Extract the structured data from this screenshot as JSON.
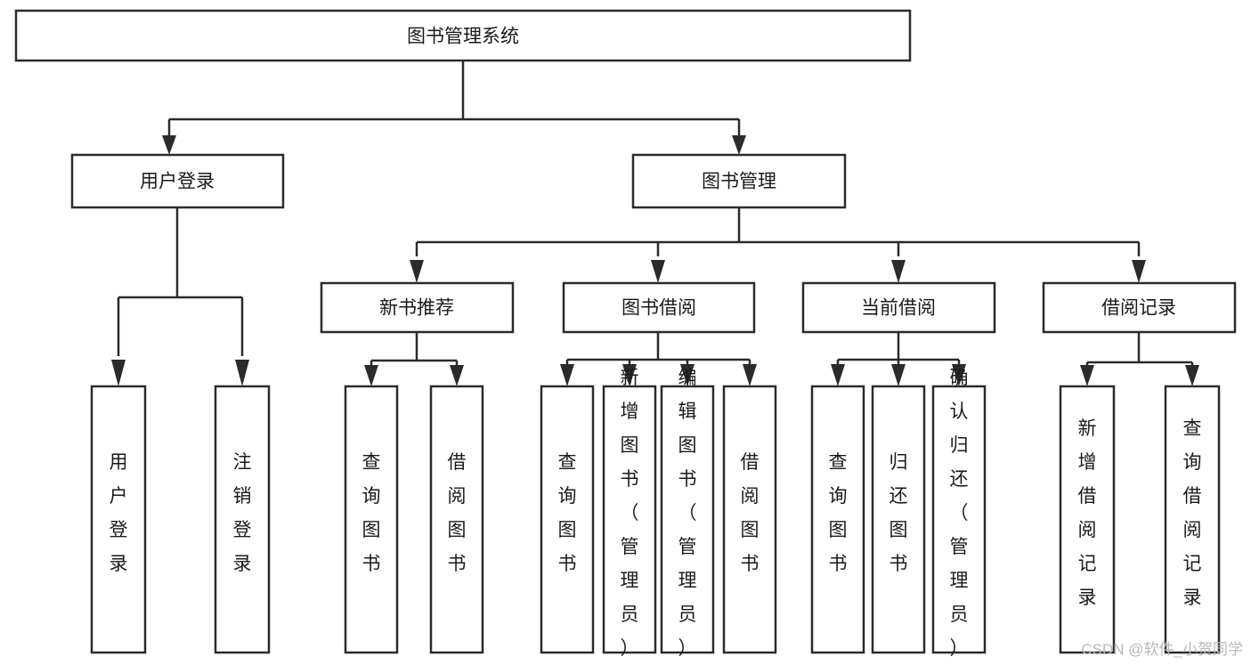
{
  "diagram": {
    "title": "图书管理系统",
    "type": "tree-hierarchy-diagram",
    "colors": {
      "box_stroke": "#2b2b2b",
      "box_fill": "#ffffff",
      "line": "#2b2b2b",
      "text": "#1a1a1a",
      "background": "#ffffff",
      "watermark": "#b8b8b8"
    },
    "root": {
      "label": "图书管理系统",
      "orientation": "horizontal"
    },
    "level2": [
      {
        "label": "用户登录",
        "orientation": "horizontal"
      },
      {
        "label": "图书管理",
        "orientation": "horizontal"
      }
    ],
    "level3": [
      {
        "label": "新书推荐",
        "orientation": "horizontal",
        "parent": "图书管理"
      },
      {
        "label": "图书借阅",
        "orientation": "horizontal",
        "parent": "图书管理"
      },
      {
        "label": "当前借阅",
        "orientation": "horizontal",
        "parent": "图书管理"
      },
      {
        "label": "借阅记录",
        "orientation": "horizontal",
        "parent": "图书管理"
      }
    ],
    "leaves": {
      "user_login": [
        {
          "label": "用户登录",
          "orientation": "vertical"
        },
        {
          "label": "注销登录",
          "orientation": "vertical"
        }
      ],
      "new_book_recommend": [
        {
          "label": "查询图书",
          "orientation": "vertical"
        },
        {
          "label": "借阅图书",
          "orientation": "vertical"
        }
      ],
      "book_borrow": [
        {
          "label": "查询图书",
          "orientation": "vertical"
        },
        {
          "label": "新增图书（管理员）",
          "orientation": "vertical"
        },
        {
          "label": "编辑图书（管理员）",
          "orientation": "vertical"
        },
        {
          "label": "借阅图书",
          "orientation": "vertical"
        }
      ],
      "current_borrow": [
        {
          "label": "查询图书",
          "orientation": "vertical"
        },
        {
          "label": "归还图书",
          "orientation": "vertical"
        },
        {
          "label": "确认归还（管理员）",
          "orientation": "vertical"
        }
      ],
      "borrow_record": [
        {
          "label": "新增借阅记录",
          "orientation": "vertical"
        },
        {
          "label": "查询借阅记录",
          "orientation": "vertical"
        }
      ]
    },
    "watermark": "CSDN @软件_小贺同学"
  }
}
